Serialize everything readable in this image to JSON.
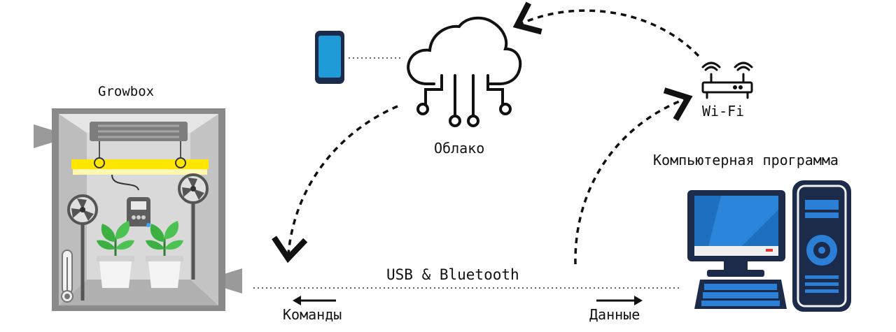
{
  "labels": {
    "growbox": "Growbox",
    "cloud": "Облако",
    "wifi": "Wi-Fi",
    "program": "Компьютерная программа",
    "link": "USB & Bluetooth",
    "commands": "Команды",
    "data": "Данные"
  },
  "colors": {
    "growbox_frame": "#8a8a8a",
    "growbox_inner": "#d9d9d9",
    "lamp_light": "#fff27a",
    "plant_leaf": "#3cb043",
    "phone_screen": "#1f9bd7",
    "monitor_frame": "#1c2b4a",
    "monitor_screen": "#1e6fbf",
    "keyboard_key": "#2c7fd6"
  }
}
